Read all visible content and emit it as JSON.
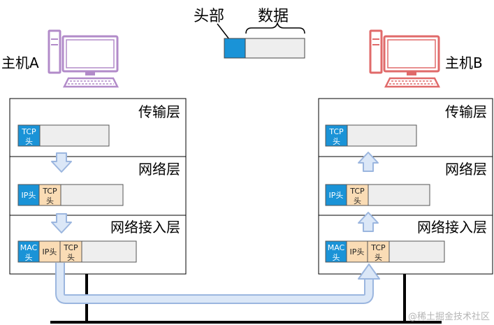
{
  "legend": {
    "header_label": "头部",
    "data_label": "数据"
  },
  "host_a": {
    "label": "主机A",
    "layers": [
      {
        "name": "传输层"
      },
      {
        "name": "网络层"
      },
      {
        "name": "网络接入层"
      }
    ],
    "packets": {
      "transport": {
        "tcp_line1": "TCP",
        "tcp_line2": "头"
      },
      "network": {
        "ip": "IP头",
        "tcp_line1": "TCP",
        "tcp_line2": "头"
      },
      "access": {
        "mac_line1": "MAC",
        "mac_line2": "头",
        "ip": "IP头",
        "tcp_line1": "TCP",
        "tcp_line2": "头"
      }
    }
  },
  "host_b": {
    "label": "主机B",
    "layers": [
      {
        "name": "传输层"
      },
      {
        "name": "网络层"
      },
      {
        "name": "网络接入层"
      }
    ],
    "packets": {
      "transport": {
        "tcp_line1": "TCP",
        "tcp_line2": "头"
      },
      "network": {
        "ip": "IP头",
        "tcp_line1": "TCP",
        "tcp_line2": "头"
      },
      "access": {
        "mac_line1": "MAC",
        "mac_line2": "头",
        "ip": "IP头",
        "tcp_line1": "TCP",
        "tcp_line2": "头"
      }
    }
  },
  "watermark": "@稀土掘金技术社区",
  "colors": {
    "header_blue": "#1a93d7",
    "tcp_orange": "#fadcb5",
    "payload_gray": "#eeeeee",
    "arrow_fill": "#dbe7f7",
    "arrow_stroke": "#9bb6df",
    "host_a_computer": "#b28bc9",
    "host_b_computer": "#e06a6a"
  }
}
